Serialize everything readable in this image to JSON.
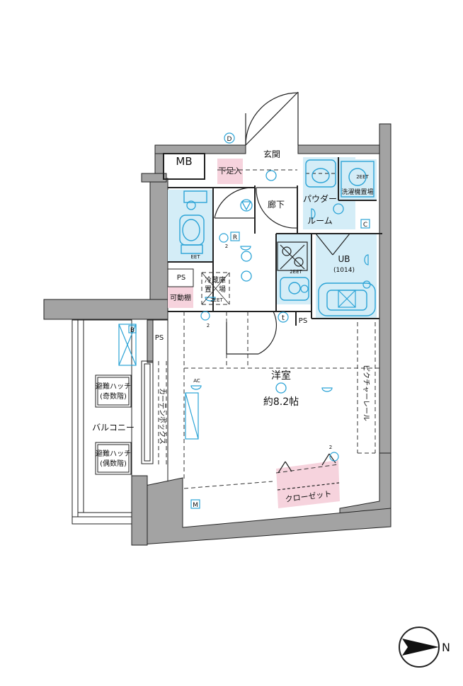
{
  "rooms": {
    "mb": "MB",
    "entrance": "玄関",
    "shoe_storage": "下足入",
    "corridor": "廊下",
    "powder_room_1": "パウダー",
    "powder_room_2": "ルーム",
    "washer_space": "洗濯機置場",
    "unit_bath": "UB",
    "unit_bath_size": "(1014)",
    "fridge_space_1": "冷蔵庫",
    "fridge_space_2": "置",
    "fridge_space_3": "場",
    "movable_shelf": "可動棚",
    "ps_upper": "PS",
    "ps_left": "PS",
    "ps_right": "PS",
    "western_room": "洋室",
    "western_room_size": "約8.2帖",
    "curtain_box": "カーテンボックス",
    "picture_rail": "ピクチャーレール",
    "balcony": "バルコニー",
    "hatch_odd_1": "避難ハッチ",
    "hatch_odd_2": "(奇数階)",
    "hatch_even_1": "避難ハッチ",
    "hatch_even_2": "(偶数階)",
    "closet": "クローゼット"
  },
  "symbols": {
    "intercom": "D",
    "remote": "R",
    "r_sub": "2",
    "cp_sub": "2",
    "t_outlet": "t",
    "c_outlet": "C",
    "meter": "M",
    "breaker": "B",
    "ac": "AC",
    "outlet_2": "2",
    "fridge_outlet": "2EET",
    "bath_outlet": "2EET",
    "washer_outlet": "2EET",
    "toilet_outlet": "EET"
  },
  "compass": {
    "label": "N"
  },
  "colors": {
    "wall": "#a3a3a3",
    "wet_area": "#d4edf7",
    "storage": "#f6d3dd",
    "fixture_blue": "#2ba3d6",
    "line": "#222222"
  }
}
